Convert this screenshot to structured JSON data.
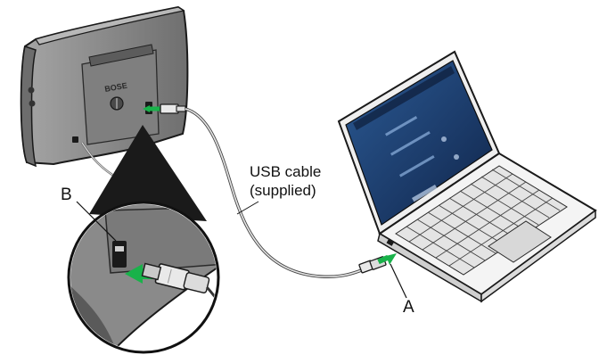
{
  "labels": {
    "port_b": "B",
    "port_a": "A",
    "cable_line1": "USB cable",
    "cable_line2": "(supplied)"
  },
  "colors": {
    "speaker_body": "#8e8e8e",
    "speaker_dark": "#5a5a5a",
    "outline": "#1a1a1a",
    "highlight_arrow": "#19b24a",
    "screen": "#1d3a66",
    "screen_glow": "#2f5a94",
    "laptop_body": "#f2f2f2",
    "spotlight": "#1a1a1a"
  },
  "icons": {
    "speaker": "speaker-dock-icon",
    "laptop": "laptop-icon",
    "cable": "usb-cable-icon",
    "arrow": "insert-arrow-icon",
    "magnifier": "zoom-inset-icon"
  }
}
